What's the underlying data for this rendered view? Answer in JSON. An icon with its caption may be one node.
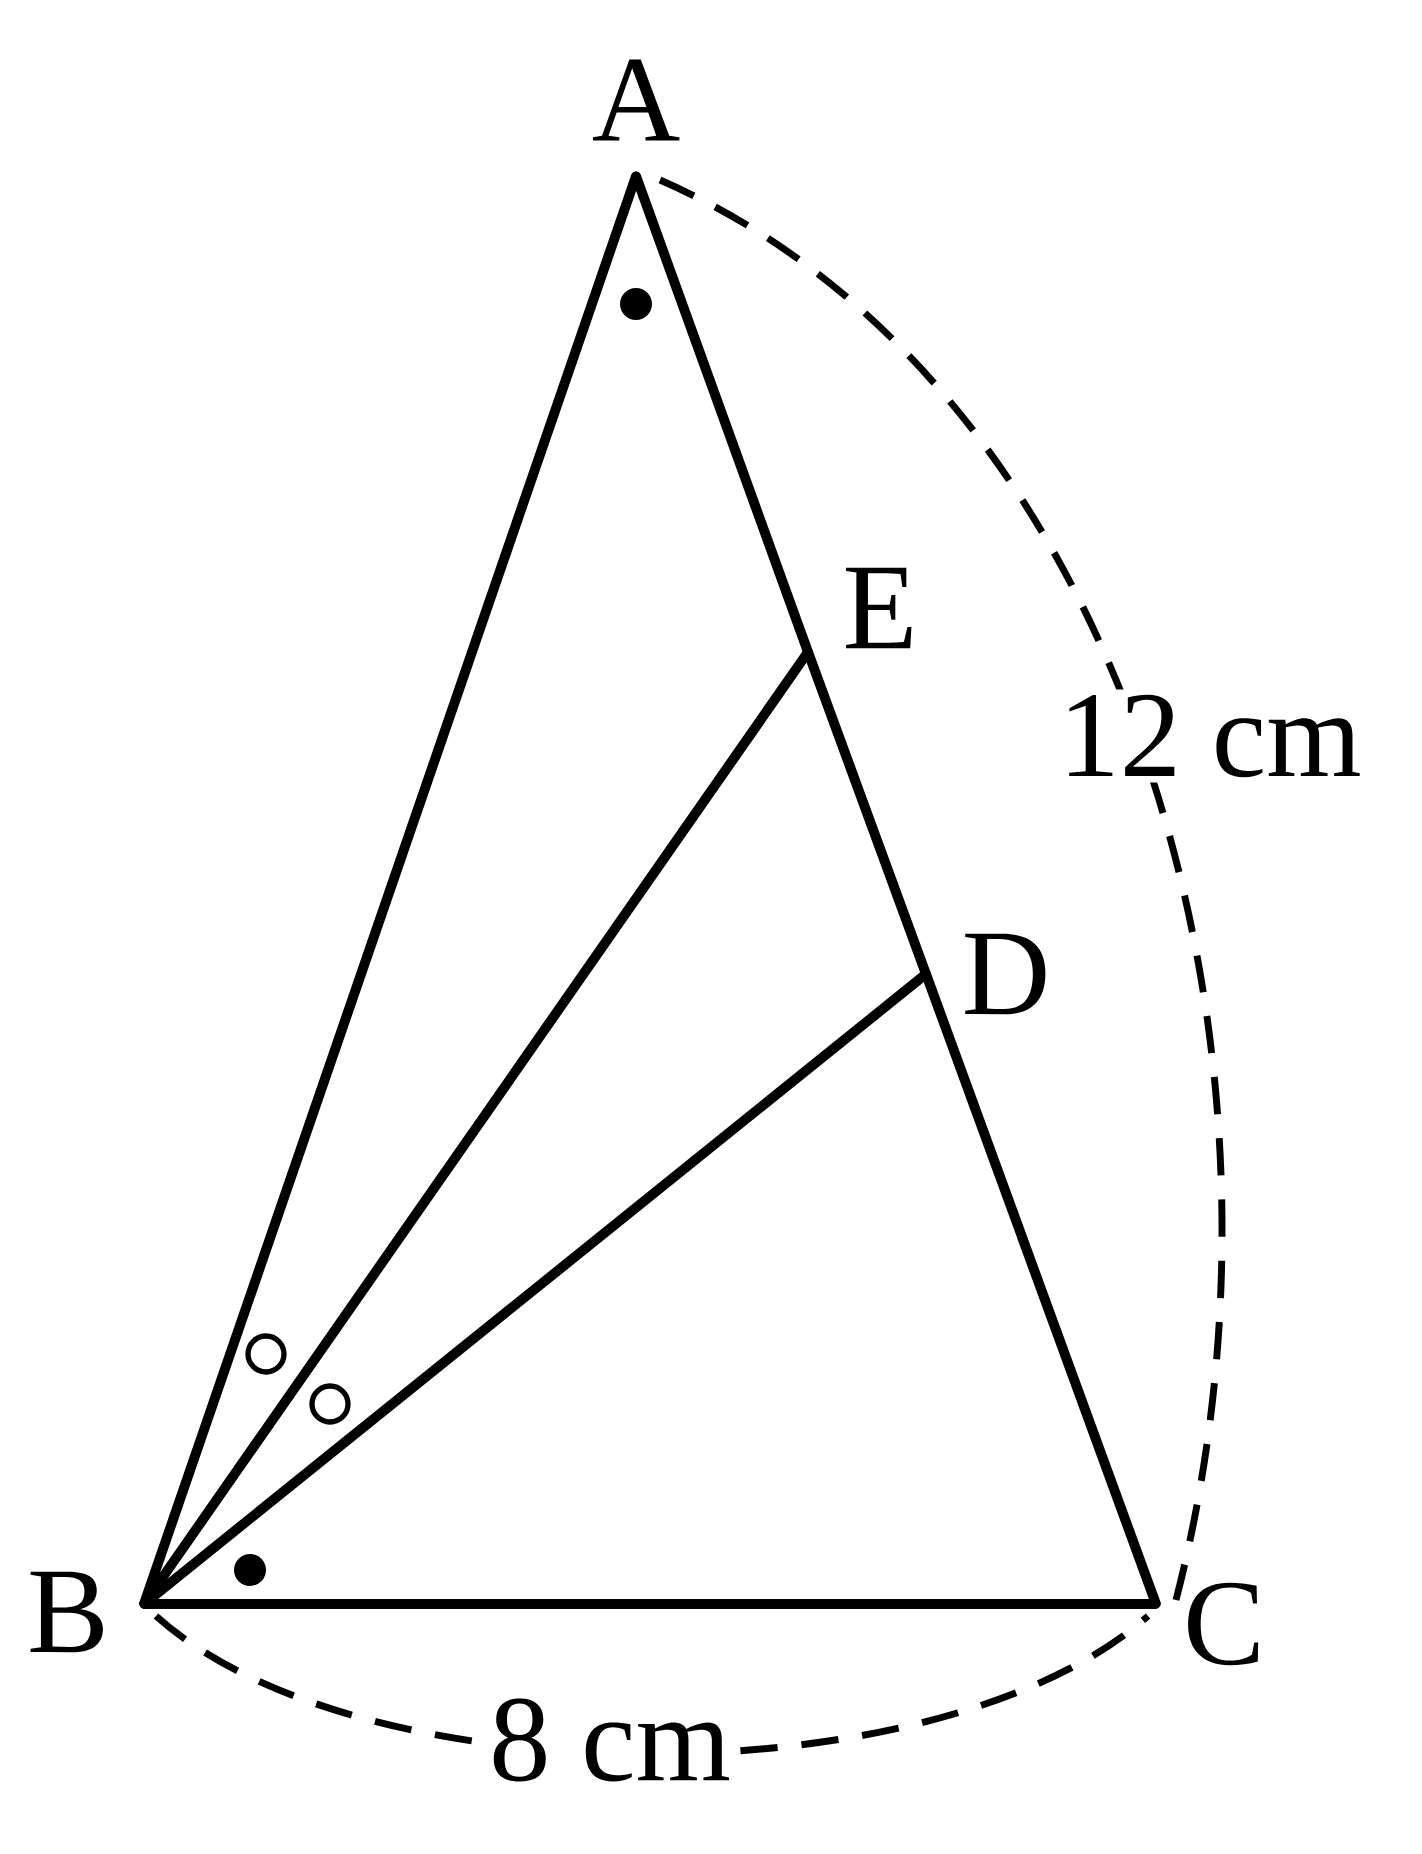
{
  "diagram": {
    "nodes": [
      {
        "text": [
          "A"
        ]
      },
      {
        "text": [
          "E"
        ]
      },
      {
        "text": [
          "D"
        ]
      },
      {
        "text": [
          "B"
        ]
      },
      {
        "text": [
          "C"
        ]
      }
    ],
    "edges": [
      {
        "from": 0,
        "to": 3,
        "arrow": "none"
      },
      {
        "from": 0,
        "to": 1,
        "arrow": "none"
      },
      {
        "from": 1,
        "to": 2,
        "arrow": "none"
      },
      {
        "from": 2,
        "to": 4,
        "arrow": "none"
      },
      {
        "from": 3,
        "to": 1,
        "arrow": "none"
      },
      {
        "from": 3,
        "to": 2,
        "arrow": "none"
      },
      {
        "from": 3,
        "to": 4,
        "arrow": "none"
      }
    ],
    "labels": [
      "12 cm",
      "8 cm"
    ]
  }
}
